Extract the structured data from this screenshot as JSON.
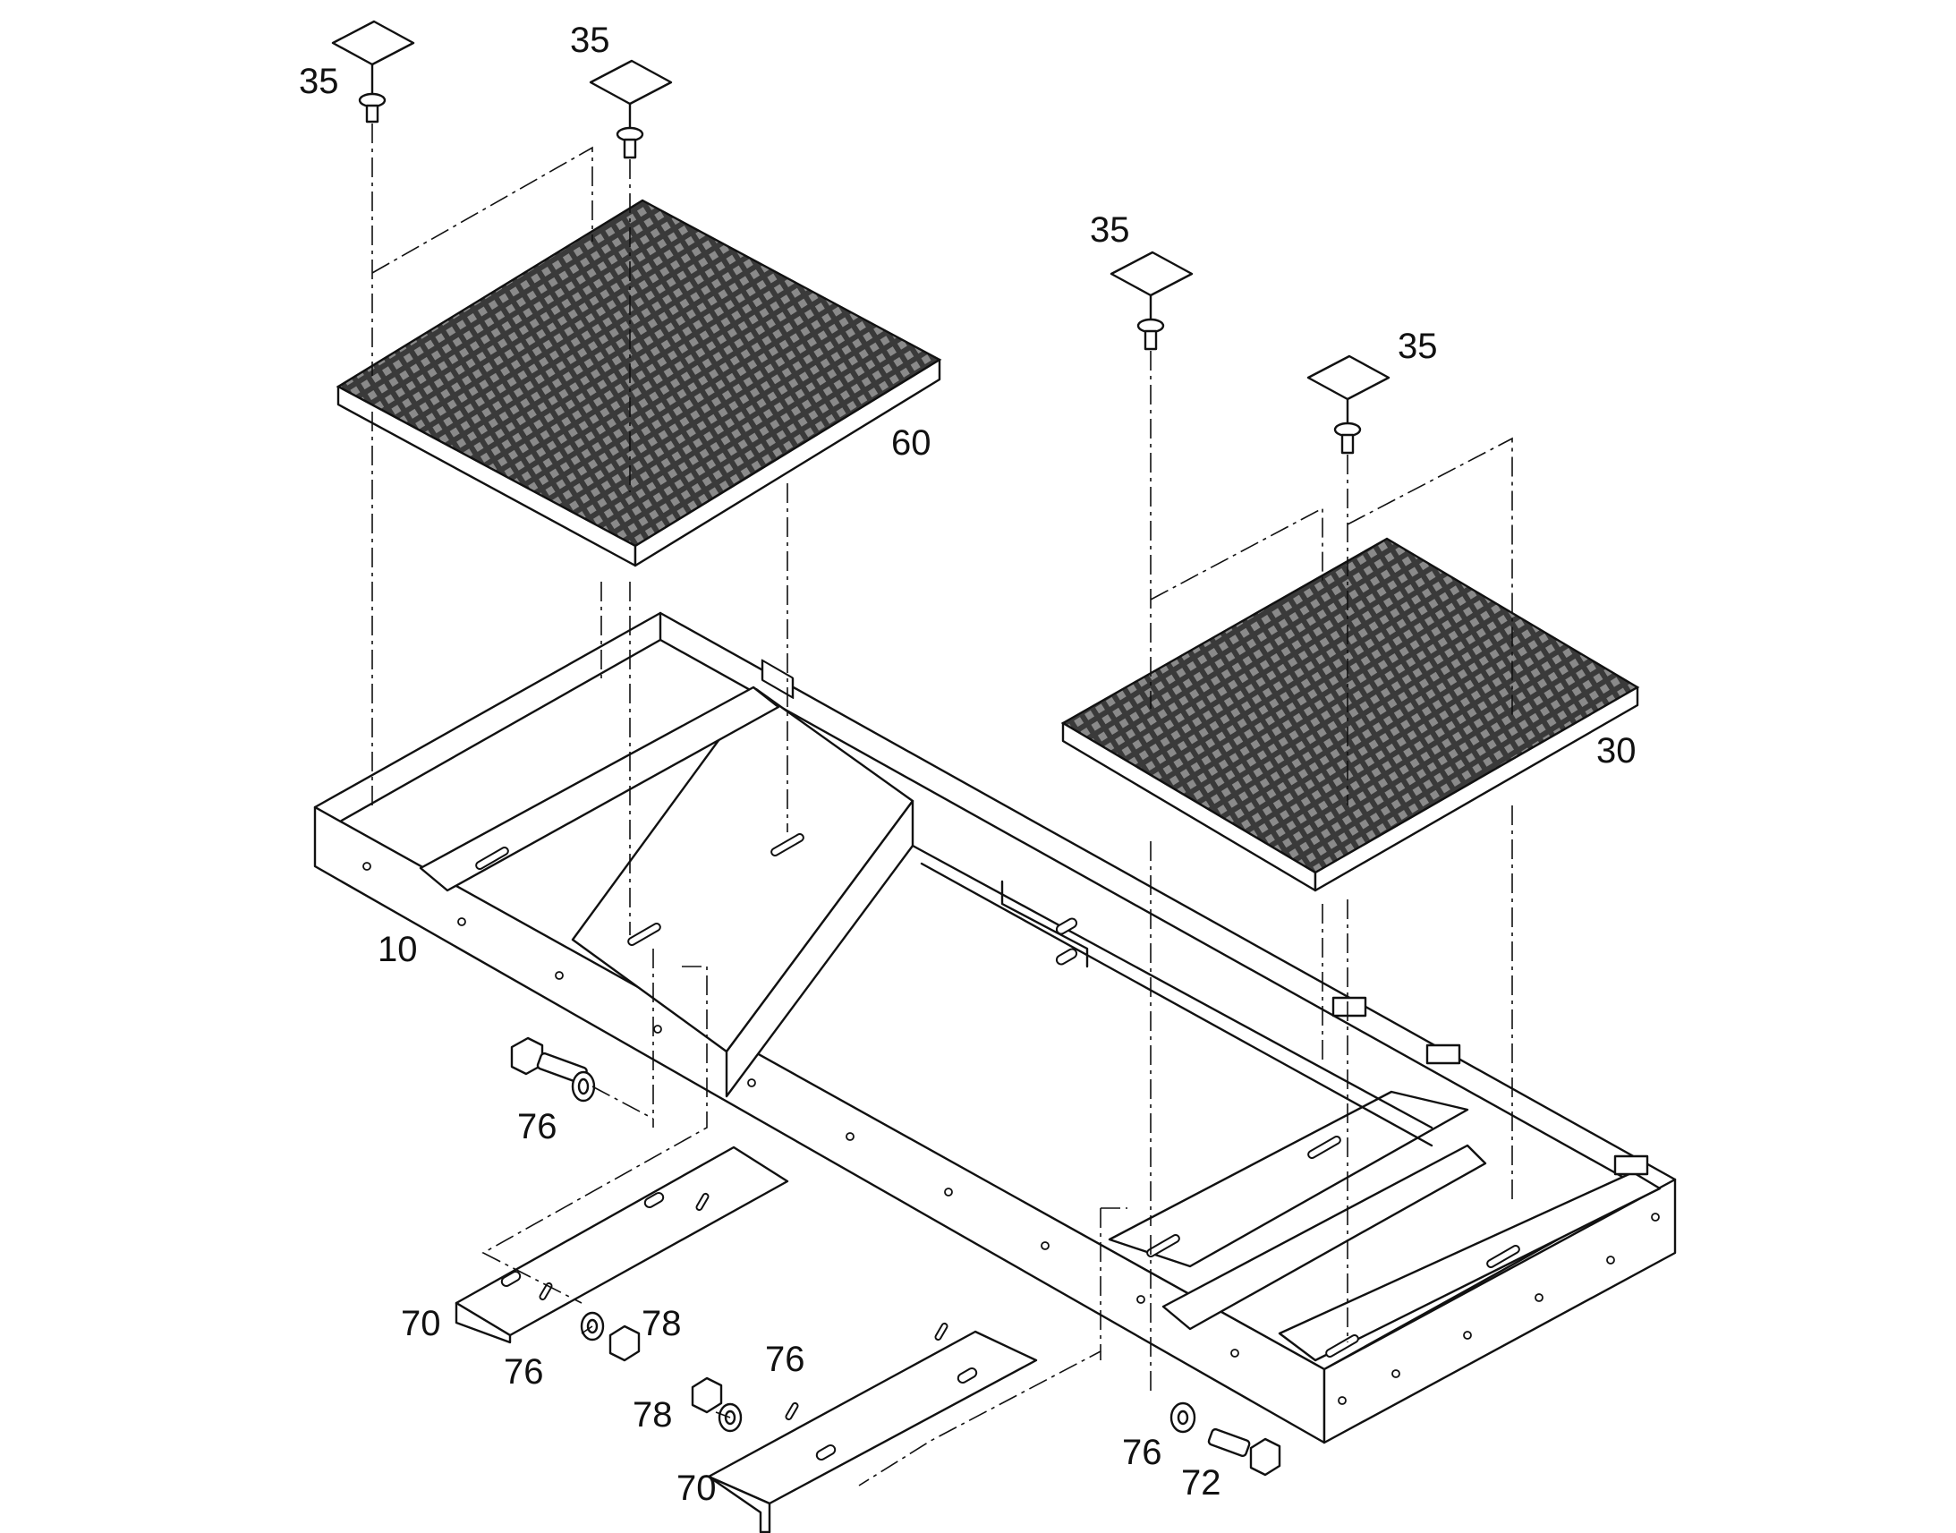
{
  "callouts": {
    "c35_a": "35",
    "c35_b": "35",
    "c35_c": "35",
    "c35_d": "35",
    "c60": "60",
    "c30": "30",
    "c10": "10",
    "c76_a": "76",
    "c76_b": "76",
    "c76_c": "76",
    "c76_d": "76",
    "c78_a": "78",
    "c78_b": "78",
    "c70_a": "70",
    "c70_b": "70",
    "c72": "72"
  },
  "colors": {
    "line": "#111111",
    "grating": "#3a3a3a",
    "background": "#ffffff"
  }
}
